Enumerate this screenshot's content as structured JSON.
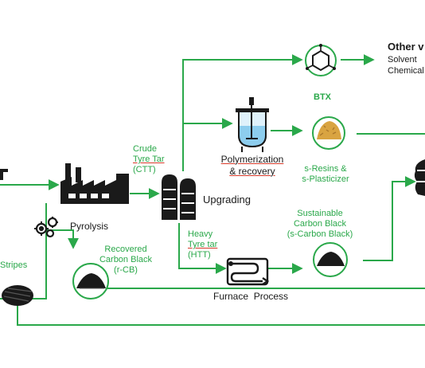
{
  "colors": {
    "flow": "#2aa84a",
    "icon": "#1a1a1a",
    "spell_underline": "#d83b2b"
  },
  "labels": {
    "crude_tar": [
      "Crude",
      "Tyre Tar",
      "(CTT)"
    ],
    "pyrolysis": "Pyrolysis",
    "upgrading": "Upgrading",
    "btx": "BTX",
    "other": "Other v",
    "solvent": "Solvent",
    "chemical": "Chemical",
    "polymerization": "Polymerization",
    "recovery": "& recovery",
    "s_resins": [
      "s-Resins &",
      "s-Plasticizer"
    ],
    "sustainable_cb": [
      "Sustainable",
      "Carbon Black",
      "(s-Carbon Black)"
    ],
    "heavy_tar": [
      "Heavy",
      "Tyre tar",
      "(HTT)"
    ],
    "recovered_cb": [
      "Recovered",
      "Carbon Black",
      "(r-CB)"
    ],
    "furnace": "Furnace  Process",
    "stripes": "Stripes"
  },
  "icons": [
    "tyre-stripes-icon",
    "gears-icon",
    "factory-icon",
    "distillation-column-icon",
    "btx-molecule-icon",
    "reactor-vessel-icon",
    "resin-pile-icon",
    "carbon-black-pile-icon",
    "furnace-process-icon",
    "tyres-stack-icon"
  ]
}
